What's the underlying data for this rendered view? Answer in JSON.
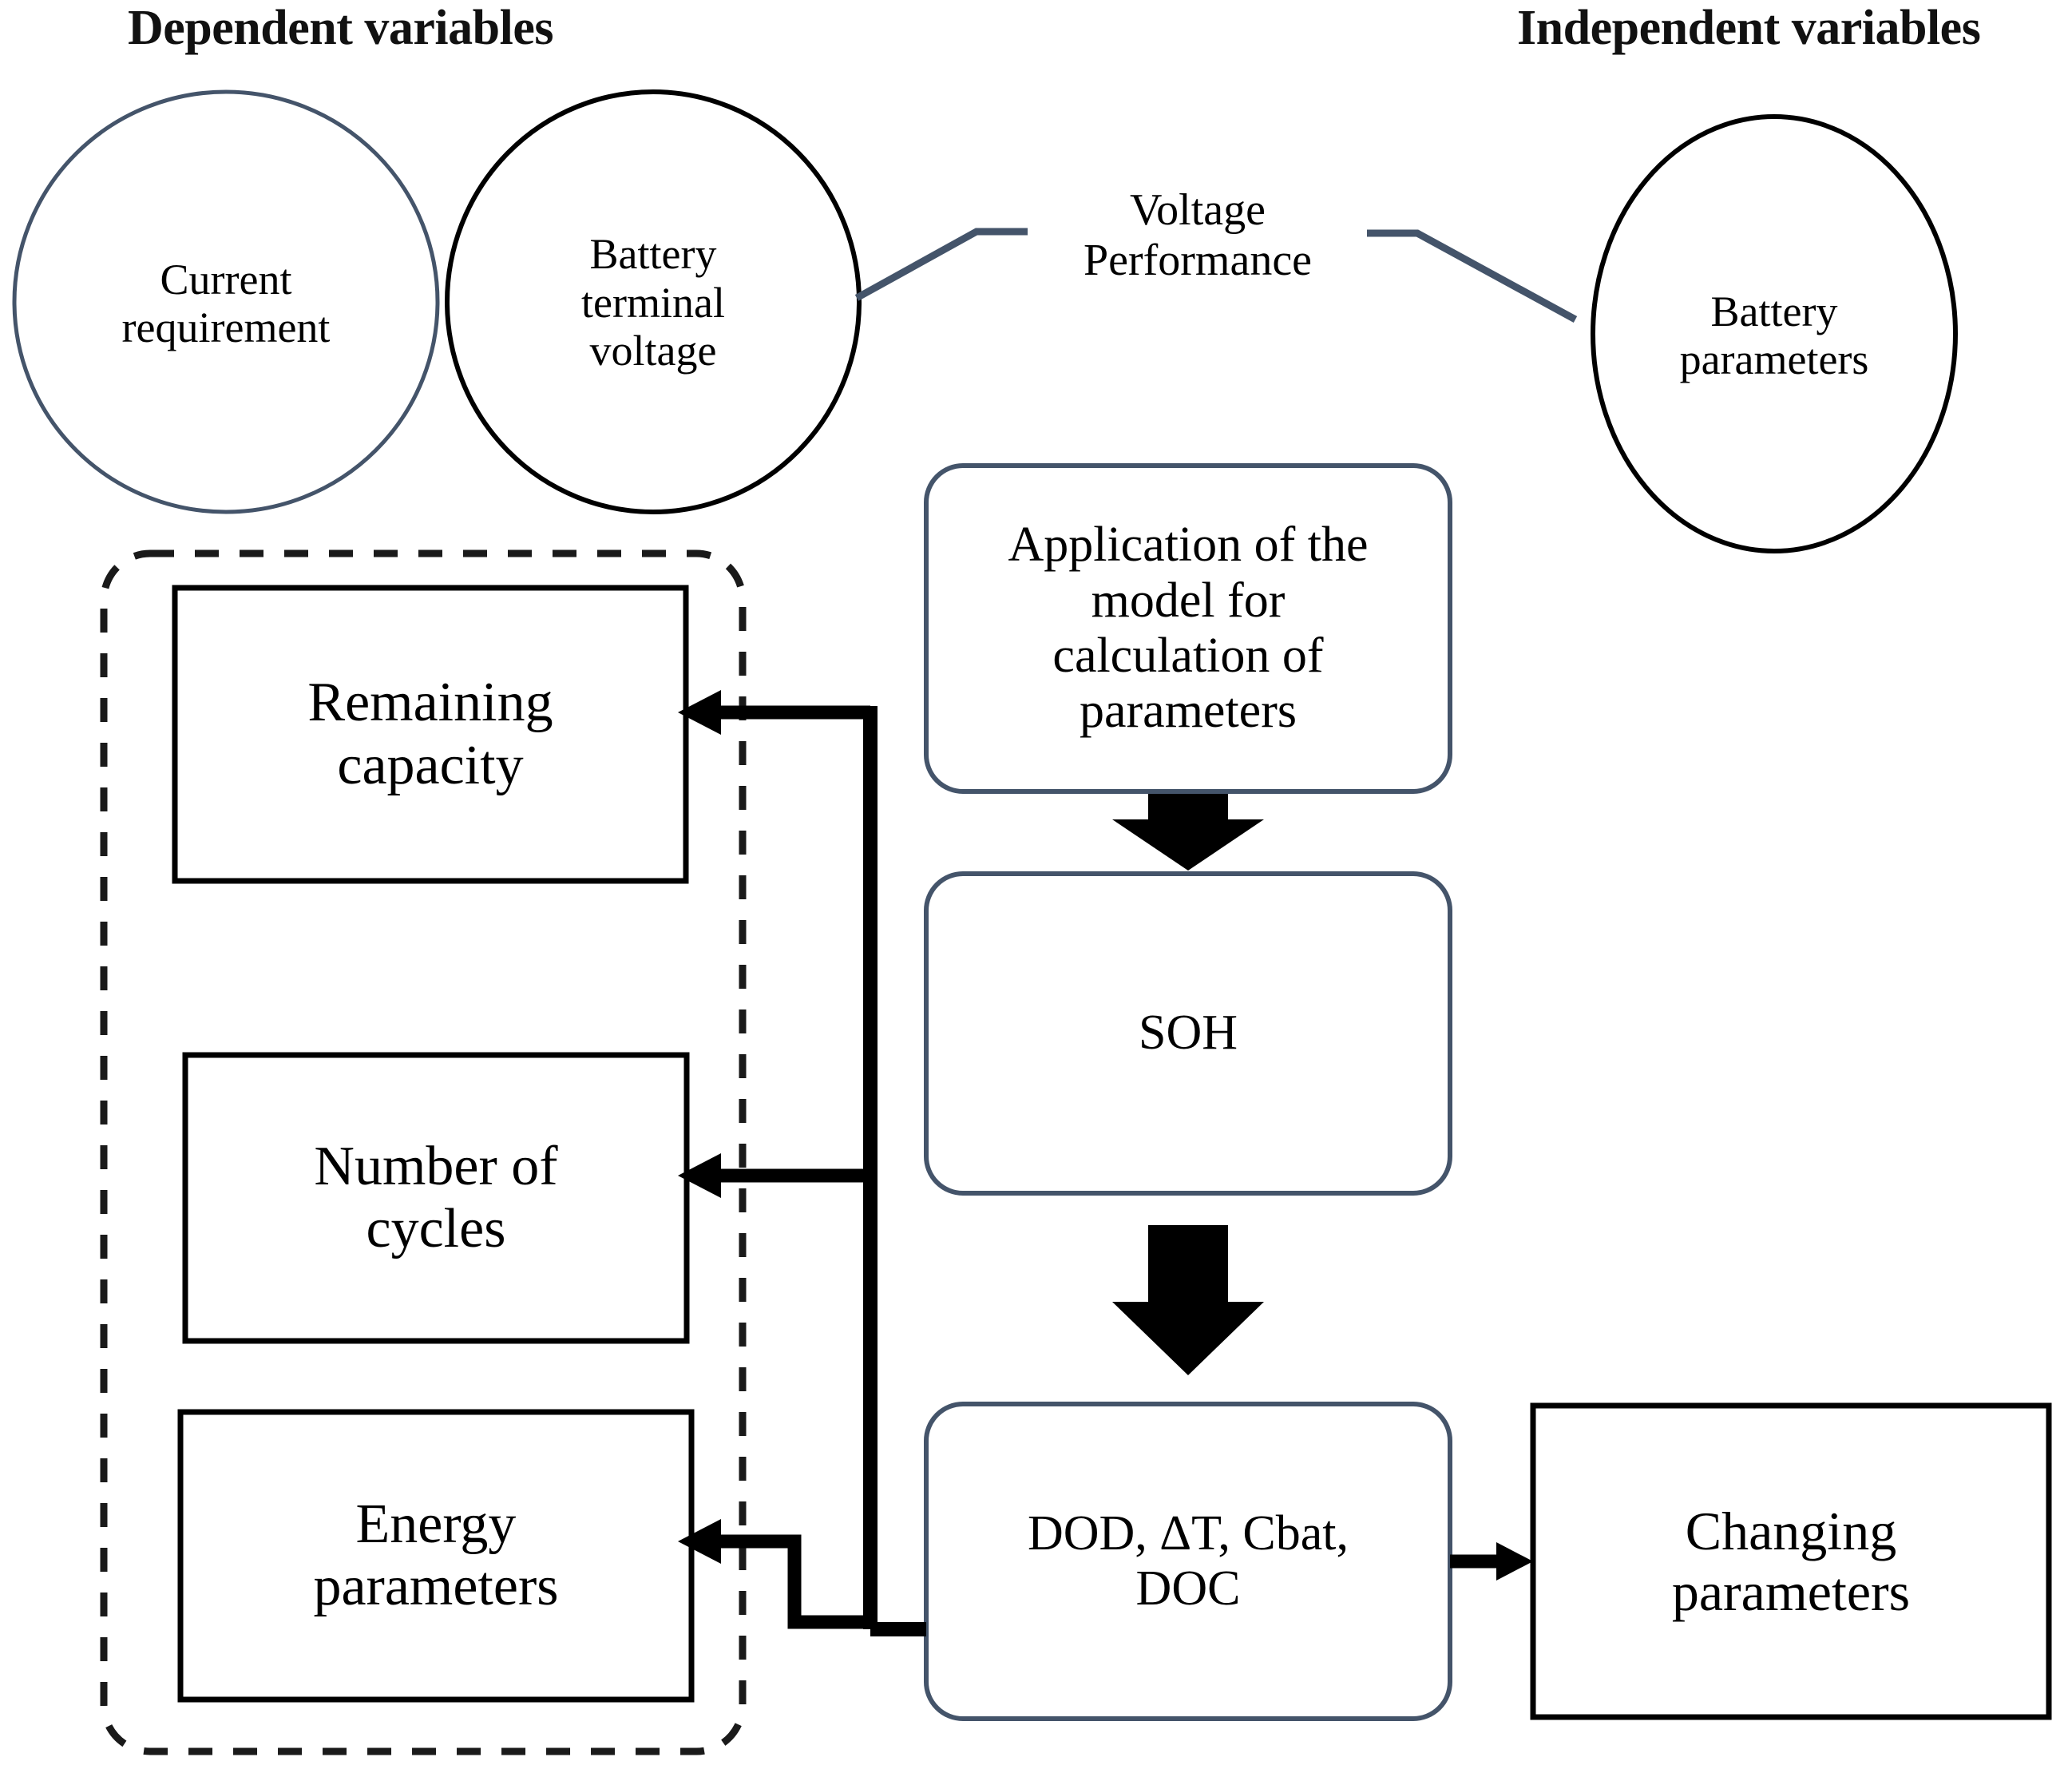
{
  "diagram": {
    "title_left": "Dependent variables",
    "title_right": "Independent variables",
    "edge_label": "Voltage\nPerformance",
    "colors": {
      "accent_blue": "#44546a",
      "outline_black": "#000000",
      "arrow_black": "#000000",
      "background": "#ffffff"
    },
    "circles": [
      {
        "id": "current-requirement",
        "label": "Current\nrequirement",
        "stroke": "#44546a"
      },
      {
        "id": "battery-terminal-voltage",
        "label": "Battery\nterminal\nvoltage",
        "stroke": "#000000"
      },
      {
        "id": "battery-parameters",
        "label": "Battery\nparameters",
        "stroke": "#000000"
      }
    ],
    "dashed_group": {
      "name": "dependent-variables-group",
      "boxes": [
        {
          "id": "remaining-capacity",
          "label": "Remaining\ncapacity"
        },
        {
          "id": "number-of-cycles",
          "label": "Number of\ncycles"
        },
        {
          "id": "energy-parameters",
          "label": "Energy\nparameters"
        }
      ]
    },
    "process_boxes": [
      {
        "id": "application-of-model",
        "label": "Application of the\nmodel for\ncalculation of\nparameters",
        "shape": "rounded"
      },
      {
        "id": "soh",
        "label": "SOH",
        "shape": "rounded"
      },
      {
        "id": "dod-dt-cbat-doc",
        "label": "DOD, ΔT, Cbat,\nDOC",
        "shape": "rounded"
      },
      {
        "id": "changing-parameters",
        "label": "Changing\nparameters",
        "shape": "rectangle"
      }
    ],
    "connectors": [
      {
        "id": "model-to-soh",
        "type": "block-arrow-down"
      },
      {
        "id": "soh-to-dod",
        "type": "block-arrow-down"
      },
      {
        "id": "dod-to-changing-parameters",
        "type": "arrow-right"
      },
      {
        "id": "dod-to-remaining-capacity",
        "type": "elbow-arrow-left"
      },
      {
        "id": "dod-to-number-of-cycles",
        "type": "elbow-arrow-left"
      },
      {
        "id": "dod-to-energy-parameters",
        "type": "elbow-arrow-left"
      },
      {
        "id": "terminal-voltage-to-battery-parameters",
        "type": "polyline-with-label"
      }
    ]
  }
}
